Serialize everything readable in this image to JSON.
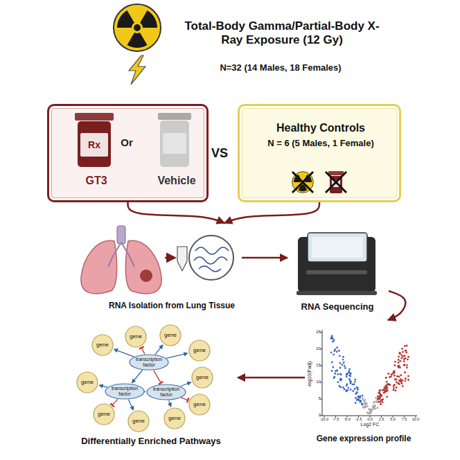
{
  "diagram": {
    "title": "Total-Body Gamma/Partial-Body X-Ray Exposure (12 Gy)",
    "nodes": [
      {
        "text": [
          "GT3",
          "Or",
          "Vehicle"
        ]
      },
      {
        "text": [
          "Healthy Controls",
          "N = 6 (5 Males, 1 Female)"
        ]
      },
      {
        "text": [
          "RNA Isolation from Lung Tissue"
        ]
      },
      {
        "text": [
          "RNA Sequencing"
        ]
      },
      {
        "text": [
          "Gene expression profile"
        ]
      },
      {
        "text": [
          "Differentially Enriched Pathways"
        ]
      }
    ],
    "edges": [
      {
        "from": 0,
        "to": 2,
        "arrow": "to"
      },
      {
        "from": 1,
        "to": 2,
        "arrow": "to"
      },
      {
        "from": 2,
        "to": 3,
        "arrow": "to"
      },
      {
        "from": 3,
        "to": 4,
        "arrow": "to"
      },
      {
        "from": 4,
        "to": 5,
        "arrow": "to"
      }
    ],
    "labels": [
      "N=32 (14 Males, 18 Females)",
      "Rx",
      "VS",
      "gene",
      "gene",
      "gene",
      "gene",
      "gene",
      "gene",
      "gene",
      "gene",
      "gene",
      "gene",
      "transcription factor",
      "transcription factor",
      "transcription factor",
      "-10.0",
      "-7.5",
      "-5.0",
      "-2.5",
      "0.0",
      "2.5",
      "5.0",
      "7.5",
      "10.0",
      "0",
      "5",
      "10",
      "15",
      "20",
      "25",
      "Log2 FC",
      "-log10(Padj)"
    ]
  }
}
